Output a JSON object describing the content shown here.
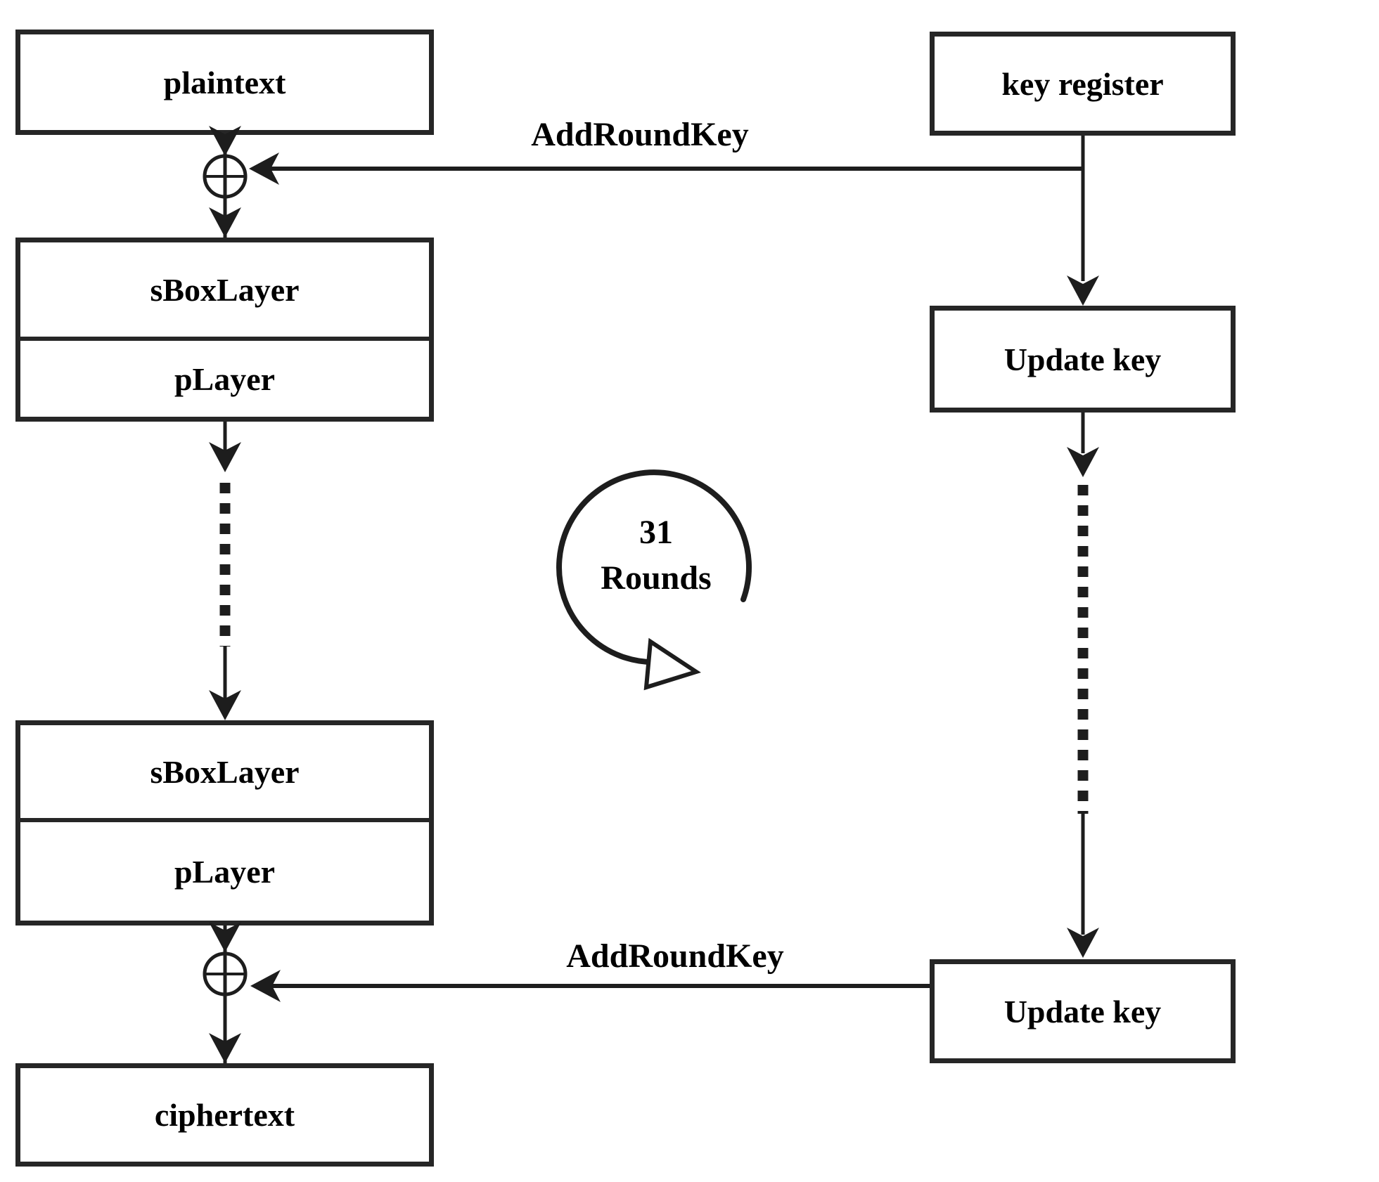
{
  "boxes": {
    "plaintext": "plaintext",
    "sbox_layer_1": "sBoxLayer",
    "p_layer_1": "pLayer",
    "sbox_layer_2": "sBoxLayer",
    "p_layer_2": "pLayer",
    "ciphertext": "ciphertext",
    "key_register": "key register",
    "update_key_1": "Update key",
    "update_key_2": "Update key"
  },
  "labels": {
    "add_round_key_top": "AddRoundKey",
    "add_round_key_bottom": "AddRoundKey",
    "rounds_count": "31",
    "rounds_word": "Rounds"
  },
  "icons": {
    "xor_top": "xor-circle-plus",
    "xor_bottom": "xor-circle-plus",
    "rounds_cycle": "cycle-arrow"
  },
  "colors": {
    "line": "#1d1d1d",
    "border": "#262626",
    "text": "#000000",
    "background": "#ffffff"
  }
}
